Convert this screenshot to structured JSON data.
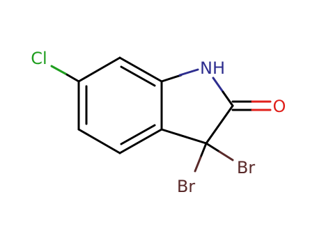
{
  "molecule": {
    "atoms": {
      "chlorine": "Cl",
      "amine": "NH",
      "oxygen": "O",
      "bromine_right": "Br",
      "bromine_left": "Br"
    },
    "colors": {
      "bond": "#000000",
      "chlorine": "#1f9e1f",
      "nitrogen": "#2e2e8f",
      "oxygen": "#e0201b",
      "bromine": "#5a2a2a"
    }
  }
}
